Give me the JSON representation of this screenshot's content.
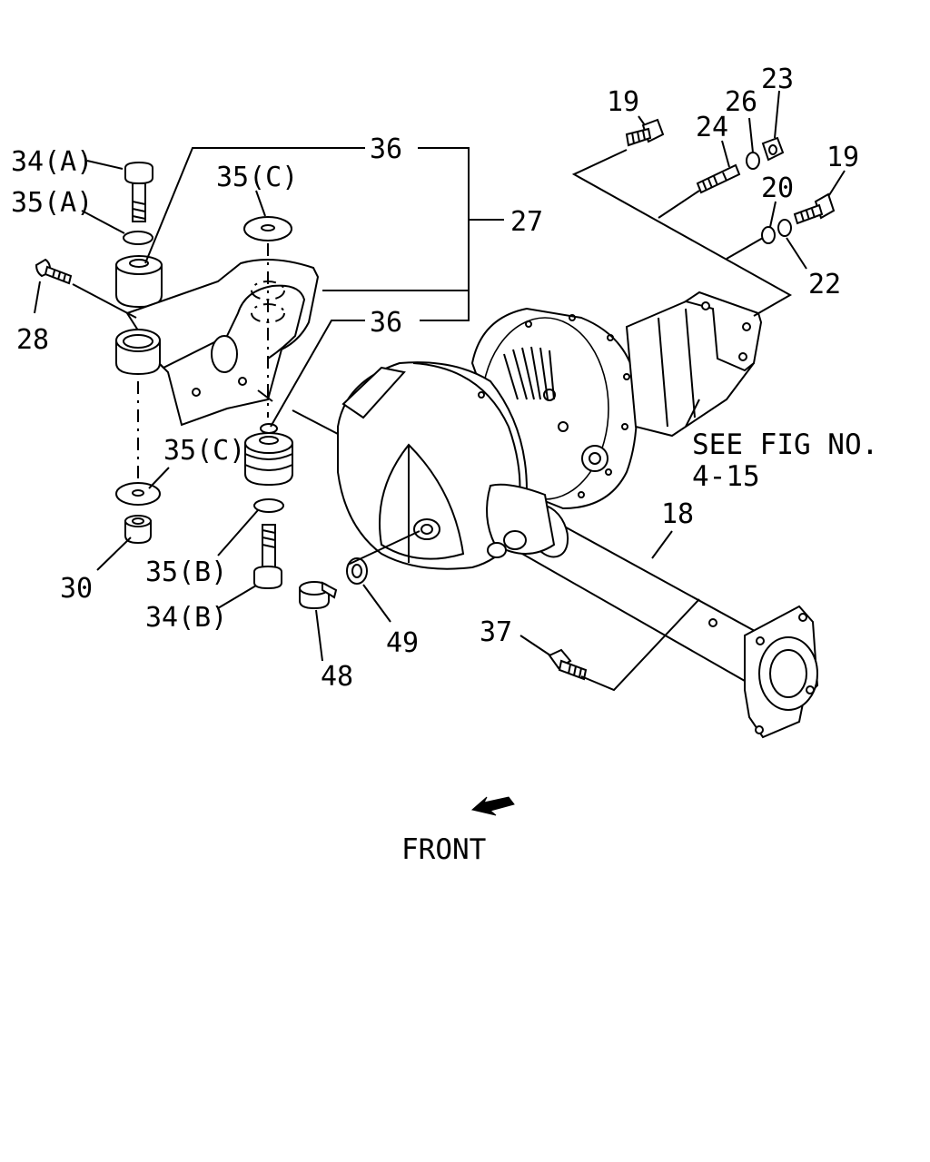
{
  "labels": {
    "p34a": "34(A)",
    "p35a": "35(A)",
    "p36a": "36",
    "p36b": "36",
    "p35c_top": "35(C)",
    "p35c_bottom": "35(C)",
    "p27": "27",
    "p28": "28",
    "p30": "30",
    "p35b": "35(B)",
    "p34b": "34(B)",
    "p48": "48",
    "p49": "49",
    "p37": "37",
    "p18": "18",
    "p19a": "19",
    "p19b": "19",
    "p24": "24",
    "p26": "26",
    "p23": "23",
    "p20": "20",
    "p22": "22",
    "see_fig_line1": "SEE FIG NO.",
    "see_fig_line2": "4-15",
    "front": "FRONT"
  },
  "icons": {
    "front_arrow": "arrow-down-left-icon"
  }
}
